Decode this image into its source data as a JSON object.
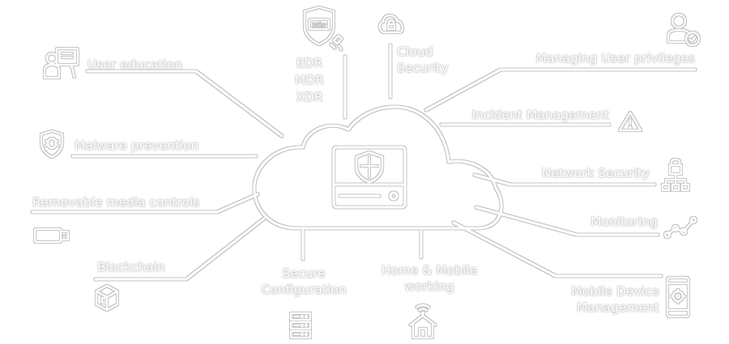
{
  "diagram": {
    "line_color": "#ffffff",
    "outline_color": "#c4c4c4",
    "center_icon": "cloud-shield-drive-icon",
    "topics": [
      {
        "id": "user-education",
        "text": [
          "User education"
        ],
        "icon": "user-presentation-icon"
      },
      {
        "id": "malware-prevention",
        "text": [
          "Malware prevention"
        ],
        "icon": "bug-shield-icon"
      },
      {
        "id": "removable-media-controls",
        "text": [
          "Removable media controls"
        ],
        "icon": "usb-drive-icon"
      },
      {
        "id": "blockchain",
        "text": [
          "Blockchain"
        ],
        "icon": "blockchain-cube-icon"
      },
      {
        "id": "secure-configuration",
        "text": [
          "Secure",
          "Configuration"
        ],
        "icon": "server-rack-icon"
      },
      {
        "id": "home-mobile-working",
        "text": [
          "Home & Mobile",
          "working"
        ],
        "icon": "home-wifi-icon"
      },
      {
        "id": "edr-mdr-xdr",
        "text": [
          "EDR",
          "MDR",
          "XDR"
        ],
        "icon": "shield-badge-icon",
        "icon_text": "24hr"
      },
      {
        "id": "cloud-security",
        "text": [
          "Cloud",
          "Security"
        ],
        "icon": "cloud-lock-icon"
      },
      {
        "id": "managing-user-privileges",
        "text": [
          "Managing User privileges"
        ],
        "icon": "user-check-icon"
      },
      {
        "id": "incident-management",
        "text": [
          "Incident Management"
        ],
        "icon": "warning-triangle-icon"
      },
      {
        "id": "network-security",
        "text": [
          "Network Security"
        ],
        "icon": "network-lock-icon"
      },
      {
        "id": "monitoring",
        "text": [
          "Monitoring"
        ],
        "icon": "activity-graph-icon"
      },
      {
        "id": "mobile-device-management",
        "text": [
          "Mobile Device",
          "Management"
        ],
        "icon": "mobile-settings-icon"
      }
    ]
  }
}
